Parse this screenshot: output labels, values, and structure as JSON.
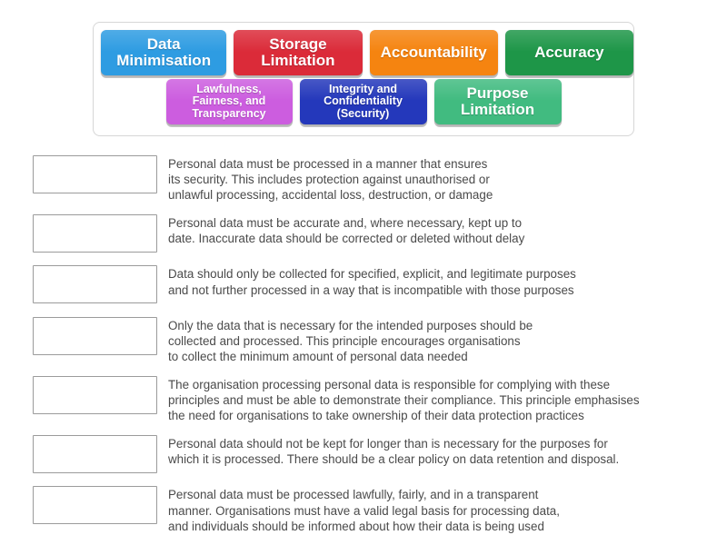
{
  "activity": {
    "type": "match-up",
    "title": "GDPR Principles Match-up"
  },
  "tile_tray": {
    "rows": [
      {
        "tiles": [
          {
            "label": "Data\nMinimisation",
            "color": "#2e9ce2",
            "name": "tile-data-minimisation"
          },
          {
            "label": "Storage\nLimitation",
            "color": "#db2b39",
            "name": "tile-storage-limitation"
          },
          {
            "label": "Accountability",
            "color": "#f58410",
            "name": "tile-accountability"
          },
          {
            "label": "Accuracy",
            "color": "#1e9648",
            "name": "tile-accuracy"
          }
        ]
      },
      {
        "tiles": [
          {
            "label": "Lawfulness,\nFairness, and\nTransparency",
            "color": "#cc5ddf",
            "name": "tile-lawfulness"
          },
          {
            "label": "Integrity and\nConfidentiality\n(Security)",
            "color": "#2438bb",
            "name": "tile-integrity"
          },
          {
            "label": "Purpose\nLimitation",
            "color": "#41bb80",
            "name": "tile-purpose"
          }
        ]
      }
    ]
  },
  "answers": [
    {
      "placeholder": "",
      "text": "Personal data must be processed in a manner that ensures\nits security. This includes protection against unauthorised or\nunlawful processing, accidental loss, destruction, or damage"
    },
    {
      "placeholder": "",
      "text": "Personal data must be accurate and, where necessary, kept up to\ndate. Inaccurate data should be corrected or deleted without delay"
    },
    {
      "placeholder": "",
      "text": "Data should only be collected for specified, explicit, and legitimate purposes\nand not further processed in a way that is incompatible with those purposes"
    },
    {
      "placeholder": "",
      "text": "Only the data that is necessary for the intended purposes should be\ncollected and processed. This principle encourages organisations\nto collect the minimum amount of personal data needed"
    },
    {
      "placeholder": "",
      "text": "The organisation processing personal data is responsible for complying with these\nprinciples and must be able to demonstrate their compliance. This principle emphasises\nthe need for organisations to take ownership of their data protection practices"
    },
    {
      "placeholder": "",
      "text": "Personal data should not be kept for longer than is necessary for the purposes for\nwhich it is processed. There should be a clear policy on data retention and disposal."
    },
    {
      "placeholder": "",
      "text": "Personal data must be processed lawfully, fairly, and in a transparent\nmanner. Organisations must have a valid legal basis for processing data,\nand individuals should be informed about how their data is being used"
    }
  ],
  "colors": {
    "tray_border": "#d6d6d6",
    "drop_zone_border": "#9b9b9b",
    "text": "#4a4a4a",
    "background": "#ffffff"
  }
}
